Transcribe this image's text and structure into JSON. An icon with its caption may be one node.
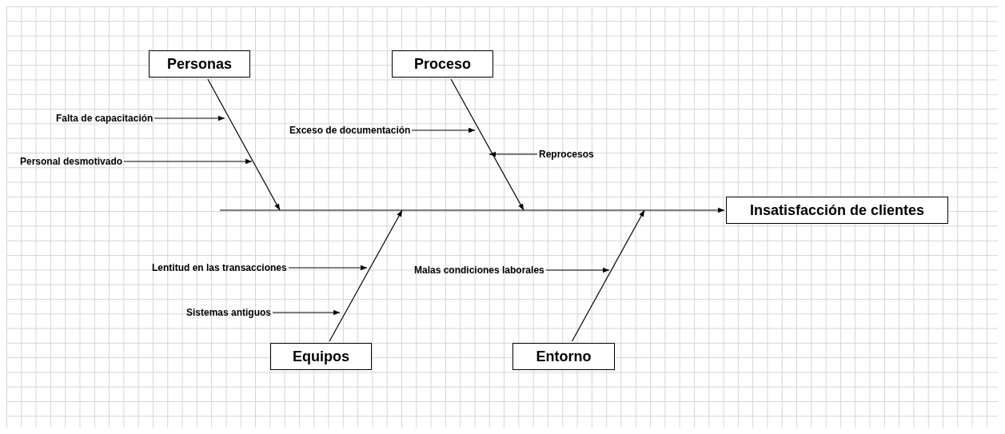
{
  "diagram": {
    "nodes": [
      {
        "text": [
          "Personas"
        ]
      },
      {
        "text": [
          "Proceso"
        ]
      },
      {
        "text": [
          "Equipos"
        ]
      },
      {
        "text": [
          "Entorno"
        ]
      },
      {
        "text": [
          "Insatisfacción de clientes"
        ]
      },
      {
        "text": [
          "Falta de capacitación"
        ]
      },
      {
        "text": [
          "Personal desmotivado"
        ]
      },
      {
        "text": [
          "Exceso de documentación"
        ]
      },
      {
        "text": [
          "Reprocesos"
        ]
      },
      {
        "text": [
          "Lentitud en las transacciones"
        ]
      },
      {
        "text": [
          "Sistemas antiguos"
        ]
      },
      {
        "text": [
          "Malas condiciones laborales"
        ]
      }
    ],
    "edges": [
      {
        "from": null,
        "to": 4,
        "arrow": "to"
      },
      {
        "from": 0,
        "to": null,
        "arrow": "to"
      },
      {
        "from": 1,
        "to": null,
        "arrow": "to"
      },
      {
        "from": 2,
        "to": null,
        "arrow": "to"
      },
      {
        "from": 3,
        "to": null,
        "arrow": "to"
      },
      {
        "from": 5,
        "to": null,
        "arrow": "to"
      },
      {
        "from": 6,
        "to": null,
        "arrow": "to"
      },
      {
        "from": 7,
        "to": null,
        "arrow": "to"
      },
      {
        "from": 8,
        "to": null,
        "arrow": "to"
      },
      {
        "from": 9,
        "to": null,
        "arrow": "to"
      },
      {
        "from": 10,
        "to": null,
        "arrow": "to"
      },
      {
        "from": 11,
        "to": null,
        "arrow": "to"
      }
    ]
  }
}
